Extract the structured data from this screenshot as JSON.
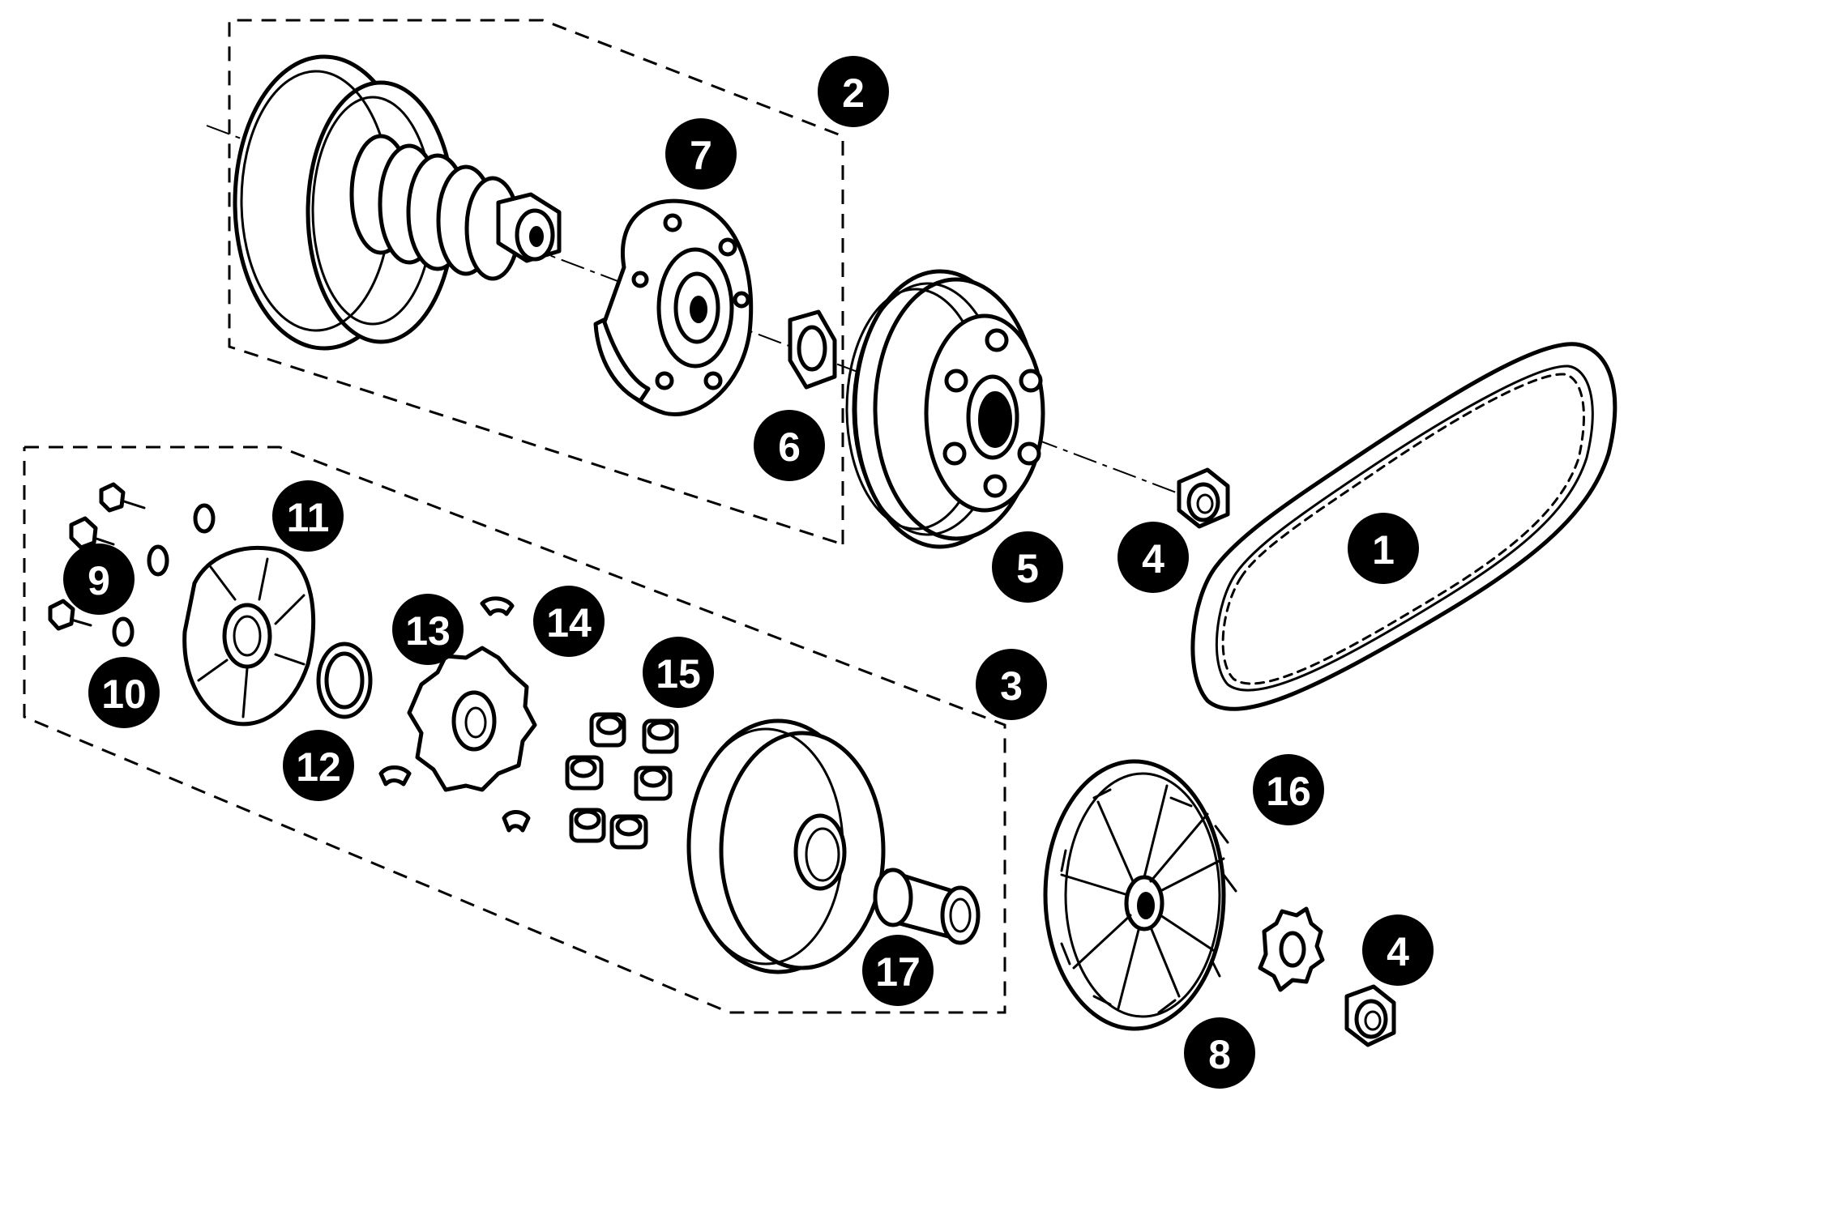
{
  "colors": {
    "ink": "#000000",
    "paper": "#ffffff",
    "callout_text": "#ffffff"
  },
  "groups": [
    {
      "id": "group-2",
      "callout": "2"
    },
    {
      "id": "group-3",
      "callout": "3"
    }
  ],
  "callouts": [
    {
      "id": "c1",
      "label": "1",
      "part": "drive-belt"
    },
    {
      "id": "c2",
      "label": "2",
      "part": "clutch-assembly-group"
    },
    {
      "id": "c3",
      "label": "3",
      "part": "variator-assembly-group"
    },
    {
      "id": "c4a",
      "label": "4",
      "part": "flange-nut"
    },
    {
      "id": "c4b",
      "label": "4",
      "part": "flange-nut"
    },
    {
      "id": "c5",
      "label": "5",
      "part": "clutch-bell"
    },
    {
      "id": "c6",
      "label": "6",
      "part": "washer"
    },
    {
      "id": "c7",
      "label": "7",
      "part": "clutch-shoe-plate"
    },
    {
      "id": "c8",
      "label": "8",
      "part": "star-washer"
    },
    {
      "id": "c9",
      "label": "9",
      "part": "screw"
    },
    {
      "id": "c10",
      "label": "10",
      "part": "small-washer"
    },
    {
      "id": "c11",
      "label": "11",
      "part": "ramp-plate"
    },
    {
      "id": "c12",
      "label": "12",
      "part": "o-ring"
    },
    {
      "id": "c13",
      "label": "13",
      "part": "slider-plate"
    },
    {
      "id": "c14",
      "label": "14",
      "part": "slider-guide"
    },
    {
      "id": "c15",
      "label": "15",
      "part": "roller-weights"
    },
    {
      "id": "c16",
      "label": "16",
      "part": "fan-pulley"
    },
    {
      "id": "c17",
      "label": "17",
      "part": "bushing"
    }
  ]
}
